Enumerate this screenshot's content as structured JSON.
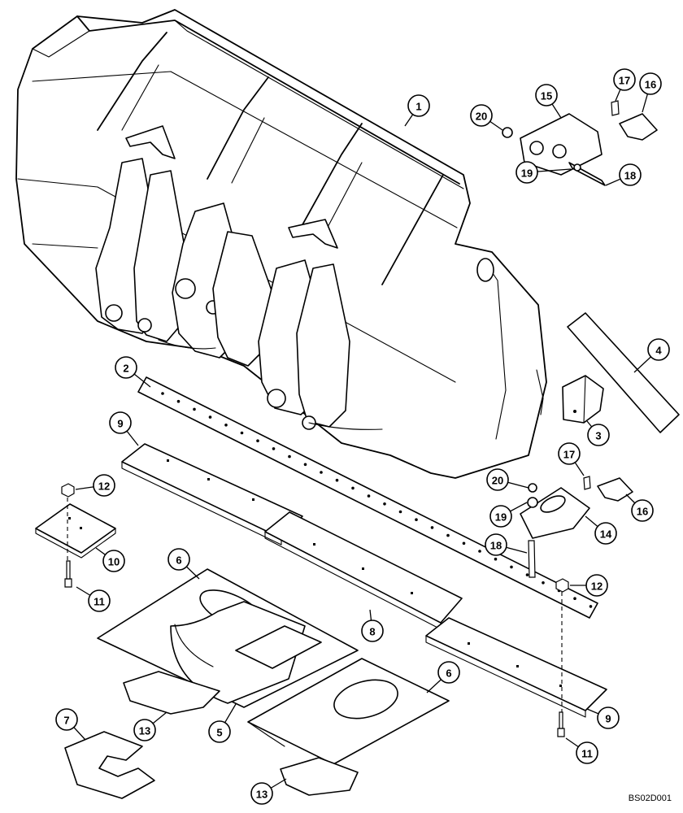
{
  "document_code": "BS02D001",
  "callouts": [
    {
      "id": "c1",
      "label": "1"
    },
    {
      "id": "c2",
      "label": "2"
    },
    {
      "id": "c3",
      "label": "3"
    },
    {
      "id": "c4",
      "label": "4"
    },
    {
      "id": "c5",
      "label": "5"
    },
    {
      "id": "c6a",
      "label": "6"
    },
    {
      "id": "c6b",
      "label": "6"
    },
    {
      "id": "c7",
      "label": "7"
    },
    {
      "id": "c8",
      "label": "8"
    },
    {
      "id": "c9a",
      "label": "9"
    },
    {
      "id": "c9b",
      "label": "9"
    },
    {
      "id": "c10",
      "label": "10"
    },
    {
      "id": "c11a",
      "label": "11"
    },
    {
      "id": "c11b",
      "label": "11"
    },
    {
      "id": "c12a",
      "label": "12"
    },
    {
      "id": "c12b",
      "label": "12"
    },
    {
      "id": "c13a",
      "label": "13"
    },
    {
      "id": "c13b",
      "label": "13"
    },
    {
      "id": "c14",
      "label": "14"
    },
    {
      "id": "c15",
      "label": "15"
    },
    {
      "id": "c16a",
      "label": "16"
    },
    {
      "id": "c16b",
      "label": "16"
    },
    {
      "id": "c17a",
      "label": "17"
    },
    {
      "id": "c17b",
      "label": "17"
    },
    {
      "id": "c18a",
      "label": "18"
    },
    {
      "id": "c18b",
      "label": "18"
    },
    {
      "id": "c19a",
      "label": "19"
    },
    {
      "id": "c19b",
      "label": "19"
    },
    {
      "id": "c20a",
      "label": "20"
    },
    {
      "id": "c20b",
      "label": "20"
    }
  ]
}
